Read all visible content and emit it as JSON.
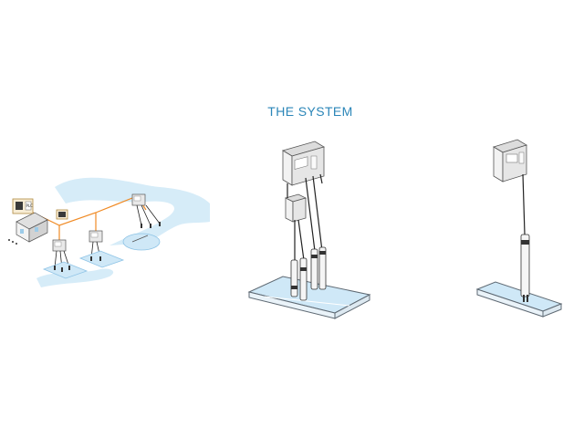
{
  "title": "THE SYSTEM",
  "plc_label": "PLC",
  "colors": {
    "title": "#2b86b8",
    "river": "#d6ecf8",
    "tank_fill": "#cfe8f7",
    "tank_edge": "#8fc4e6",
    "network_line": "#f08a24",
    "device_body": "#e9e9e9",
    "device_stroke": "#555555"
  },
  "diagrams": [
    {
      "name": "network-overview"
    },
    {
      "name": "multi-sensor-system"
    },
    {
      "name": "single-sensor-system"
    }
  ]
}
